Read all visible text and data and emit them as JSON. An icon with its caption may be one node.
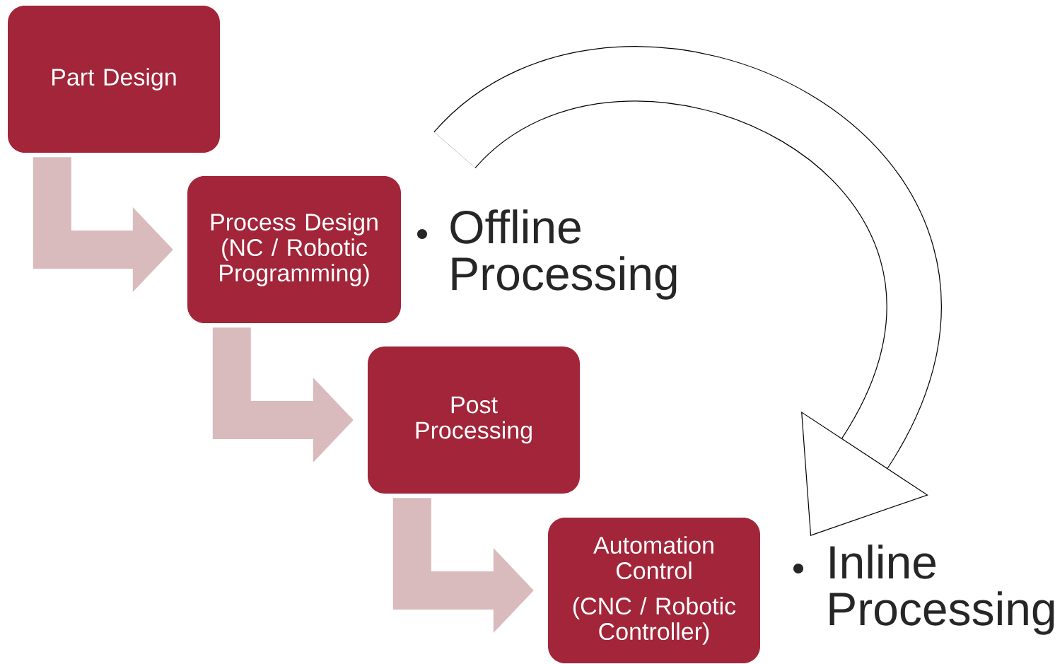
{
  "diagram": {
    "nodes": [
      {
        "text": [
          "Part Design"
        ]
      },
      {
        "text": [
          "Process Design (NC / Robotic Programming)"
        ]
      },
      {
        "text": [
          "Post Processing"
        ]
      },
      {
        "text": [
          "Automation Control",
          "(CNC / Robotic Controller)"
        ]
      }
    ],
    "edges": [
      {
        "from": 0,
        "to": 1,
        "arrow": "to"
      },
      {
        "from": 1,
        "to": 2,
        "arrow": "to"
      },
      {
        "from": 2,
        "to": 3,
        "arrow": "to"
      }
    ],
    "labels": [
      "Offline Processing",
      "Inline Processing"
    ]
  }
}
